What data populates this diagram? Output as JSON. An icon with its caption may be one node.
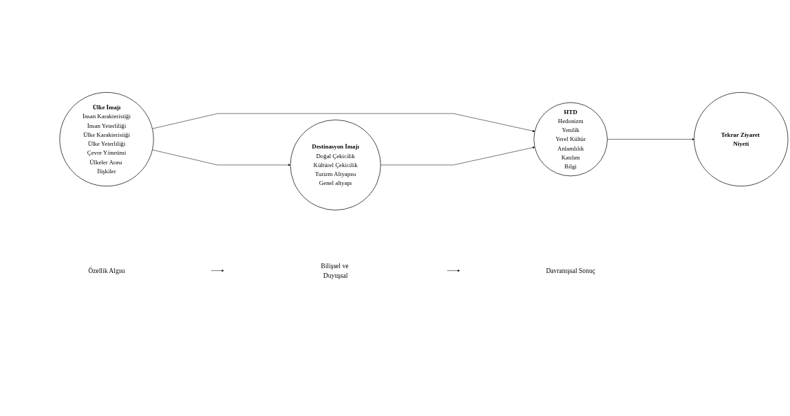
{
  "diagram": {
    "nodes": [
      {
        "text": [
          "Ülke İmajı",
          "İnsan Karakteristiği",
          "İnsan Yeterliliği",
          "Ülke Karakteristiği",
          "Ülke Yeterliliği",
          "Çevre Yönetimi",
          "Ülkeler Arası İlişkiler"
        ]
      },
      {
        "text": [
          "Destinasyon İmajı",
          "Doğal Çekicilik",
          "Kültürel Çekicilik",
          "Turizm Altyapısı",
          "Genel altyapı"
        ]
      },
      {
        "text": [
          "HTD",
          "Hedonizm",
          "Yenilik",
          "Yerel Kültür",
          "Anlamlılık",
          "Katılım",
          "Bilgi"
        ]
      },
      {
        "text": [
          "Tekrar Ziyaret Niyeti"
        ]
      },
      {
        "text": [
          "Özellik Algısı"
        ]
      },
      {
        "text": [
          "Bilişsel ve Duyuşsal"
        ]
      },
      {
        "text": [
          "Davranışsal Sonuç"
        ]
      }
    ],
    "edges": [
      {
        "from": 0,
        "to": 1,
        "arrow": "to"
      },
      {
        "from": 0,
        "to": 2,
        "arrow": "to"
      },
      {
        "from": 1,
        "to": 2,
        "arrow": "to"
      },
      {
        "from": 2,
        "to": 3,
        "arrow": "to"
      },
      {
        "from": 4,
        "to": 5,
        "arrow": "to"
      },
      {
        "from": 5,
        "to": 6,
        "arrow": "to"
      }
    ]
  }
}
